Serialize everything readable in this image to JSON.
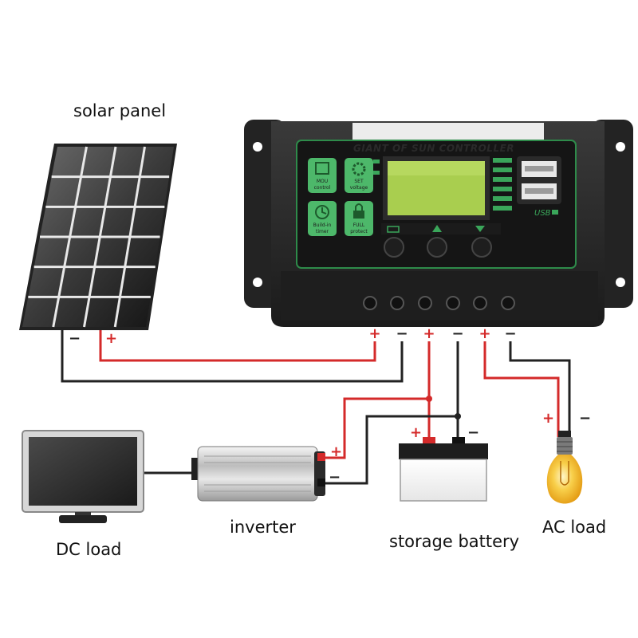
{
  "labels": {
    "solar_panel": "solar panel",
    "inverter": "inverter",
    "storage_battery": "storage battery",
    "ac_load": "AC load",
    "dc_load": "DC load"
  },
  "controller": {
    "title": "GIANT OF SUN CONTROLLER",
    "usb_label": "USB",
    "buttons": [
      {
        "line1": "MOU",
        "line2": "control"
      },
      {
        "line1": "SET",
        "line2": "voltage"
      },
      {
        "line1": "Build-in",
        "line2": "timer"
      },
      {
        "line1": "FULL",
        "line2": "protect"
      }
    ]
  },
  "signs": {
    "plus": "+",
    "minus": "−"
  },
  "colors": {
    "positive_wire": "#d42a2a",
    "negative_wire": "#222222",
    "controller_body": "#262626",
    "controller_accent": "#2e8b4a",
    "lcd": "#a9ce4f",
    "bulb_glass": "#f5c030"
  }
}
